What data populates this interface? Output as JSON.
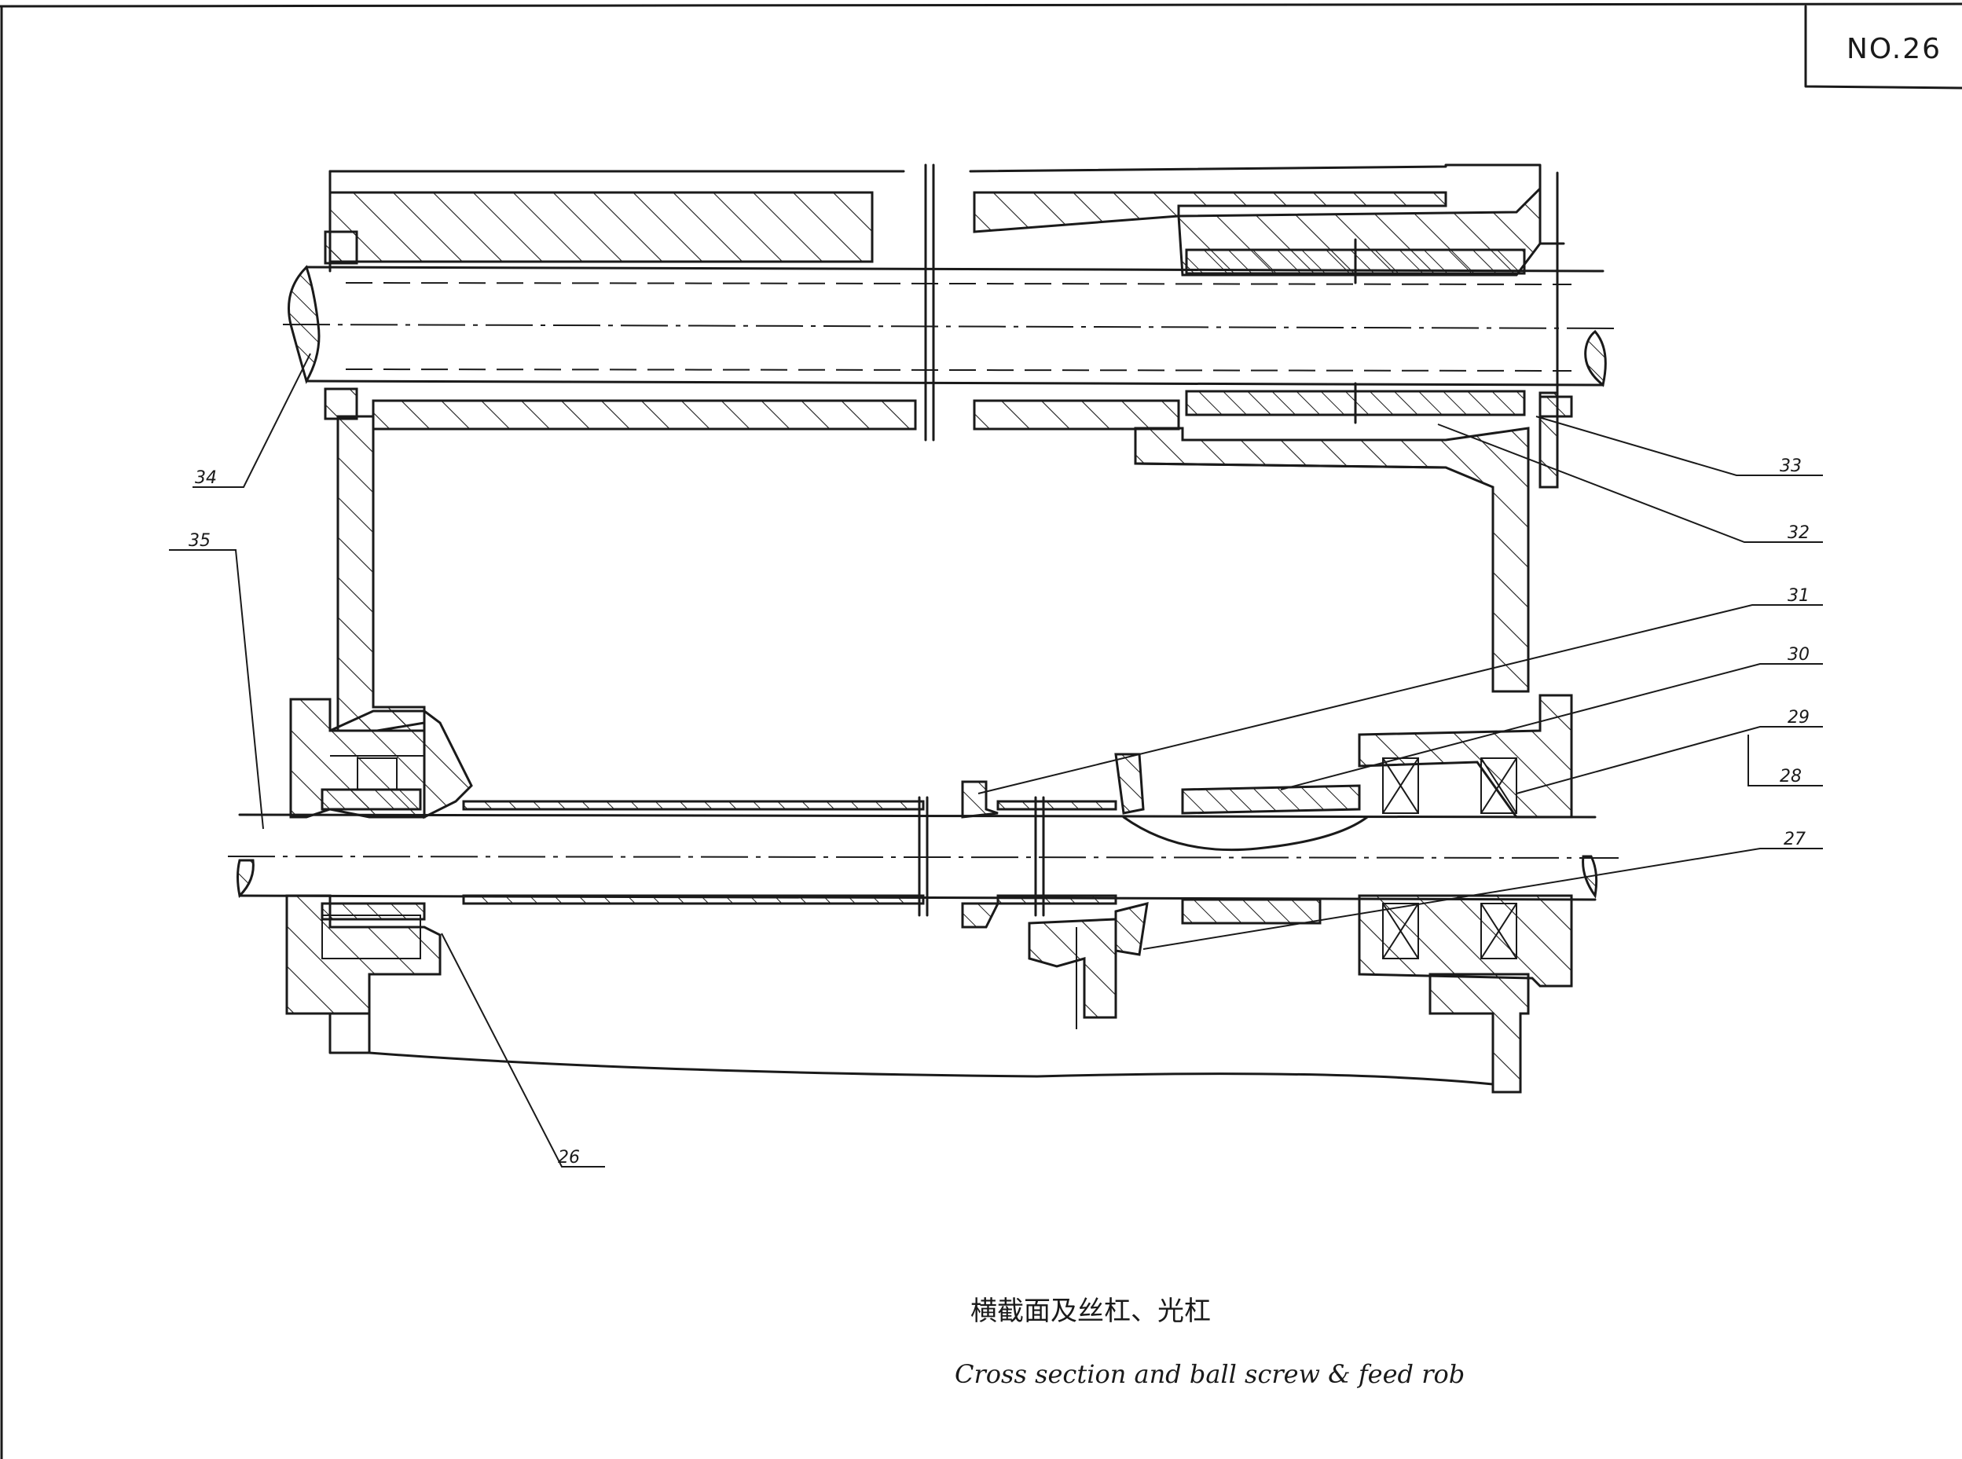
{
  "sheet_number": "NO.26",
  "title_cn": "横截面及丝杠、光杠",
  "title_en": "Cross section and ball screw & feed rob",
  "part_labels": [
    "26",
    "27",
    "28",
    "29",
    "30",
    "31",
    "32",
    "33",
    "34",
    "35"
  ]
}
